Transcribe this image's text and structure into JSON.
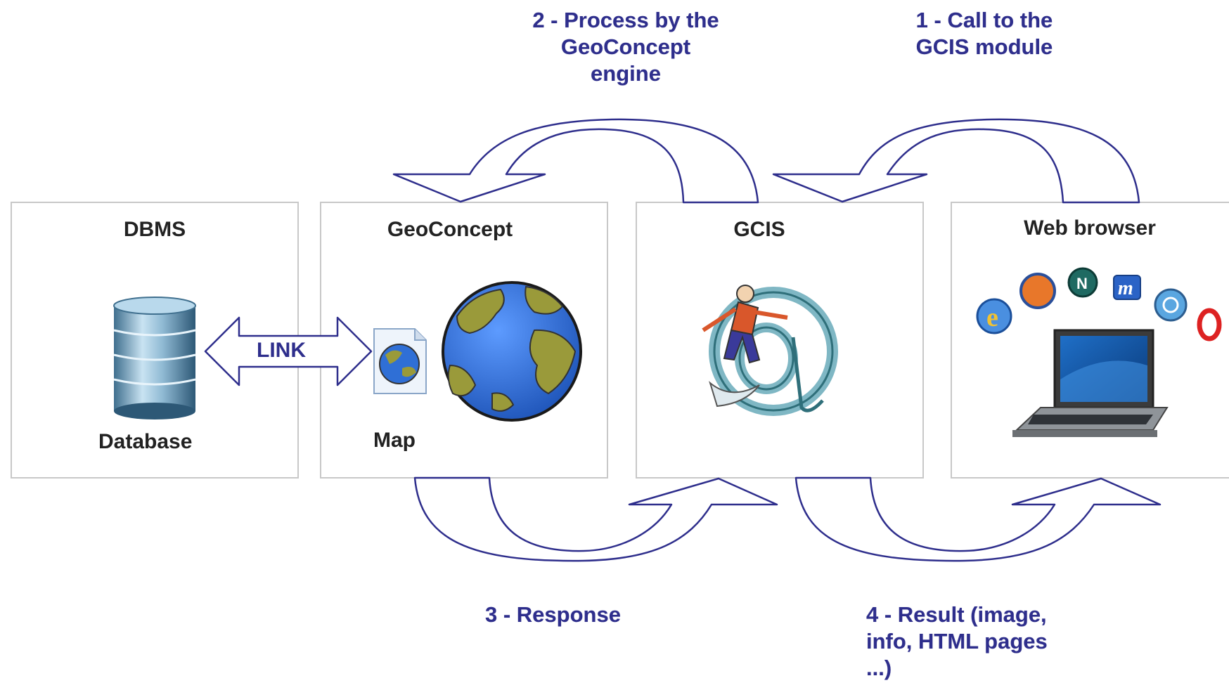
{
  "steps": {
    "step1": "1 - Call to the\nGCIS module",
    "step2": "2 - Process by the\nGeoConcept\nengine",
    "step3": "3 - Response",
    "step4": "4 - Result (image,\ninfo, HTML pages\n...)"
  },
  "boxes": {
    "dbms": {
      "title": "DBMS",
      "sub_label": "Database"
    },
    "geoconcept": {
      "title": "GeoConcept",
      "sub_label": "Map"
    },
    "gcis": {
      "title": "GCIS"
    },
    "browser": {
      "title": "Web browser"
    }
  },
  "link_label": "LINK",
  "colors": {
    "arrow_stroke": "#2e2e8c",
    "step_text": "#2e2e8c",
    "box_border": "#c8c8c8",
    "ocean": "#2f6fd6",
    "land": "#9a9a3a"
  },
  "icons": [
    "database-icon",
    "map-file-icon",
    "globe-icon",
    "surfer-at-icon",
    "browser-logos-icon",
    "laptop-icon"
  ]
}
